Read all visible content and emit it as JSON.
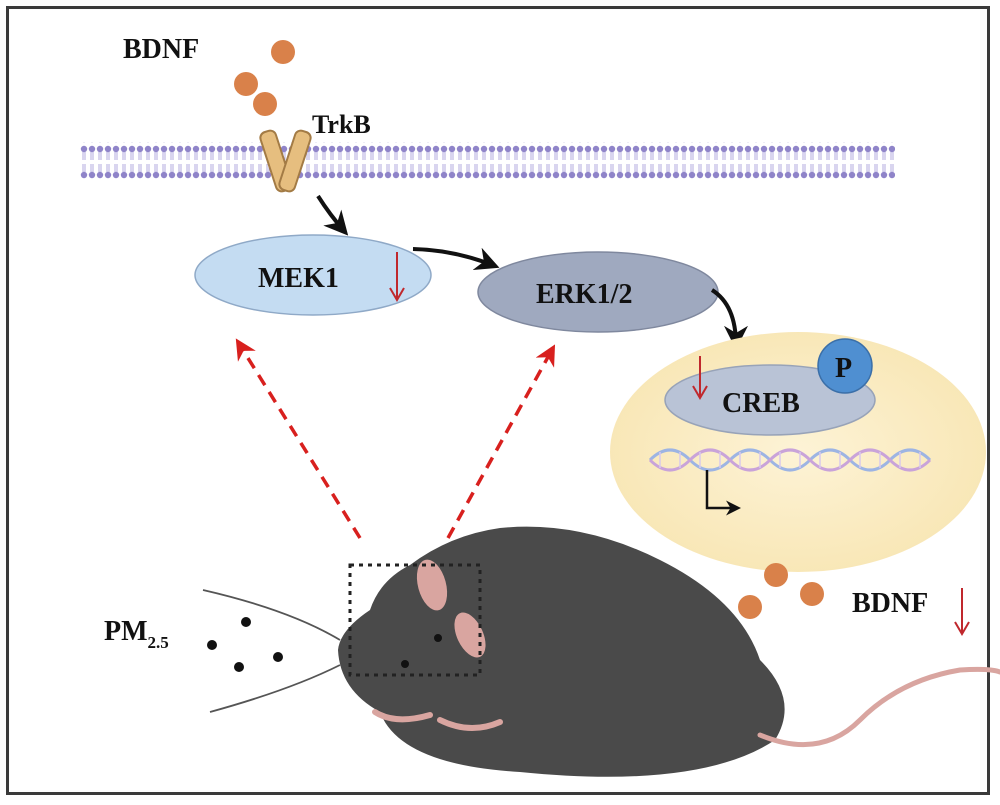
{
  "labels": {
    "bdnf_top": "BDNF",
    "trkb": "TrkB",
    "mek1": "MEK1",
    "erk": "ERK1/2",
    "creb": "CREB",
    "phospho": "P",
    "bdnf_bottom": "BDNF",
    "pm_main": "PM",
    "pm_sub": "2.5"
  },
  "colors": {
    "bdnf_particle": "#d9814a",
    "membrane": "#9a8fd0",
    "mek1_fill": "#c4dcf2",
    "erk_fill": "#9fa9bf",
    "nucleus_fill": "#fbecc3",
    "creb_fill": "#b9c3d6",
    "phospho_fill": "#4f8fd1",
    "decrease_arrow": "#c0282d",
    "exposure_arrow": "#d8201e",
    "mouse_body": "#4a4a4a",
    "mouse_ear": "#d9a5a0"
  },
  "icons": {
    "mouse": "mouse-illustration-icon",
    "receptor": "trkb-receptor-icon",
    "dna": "dna-helix-icon",
    "transcription": "transcription-start-arrow-icon",
    "decrease": "down-arrow-icon"
  }
}
